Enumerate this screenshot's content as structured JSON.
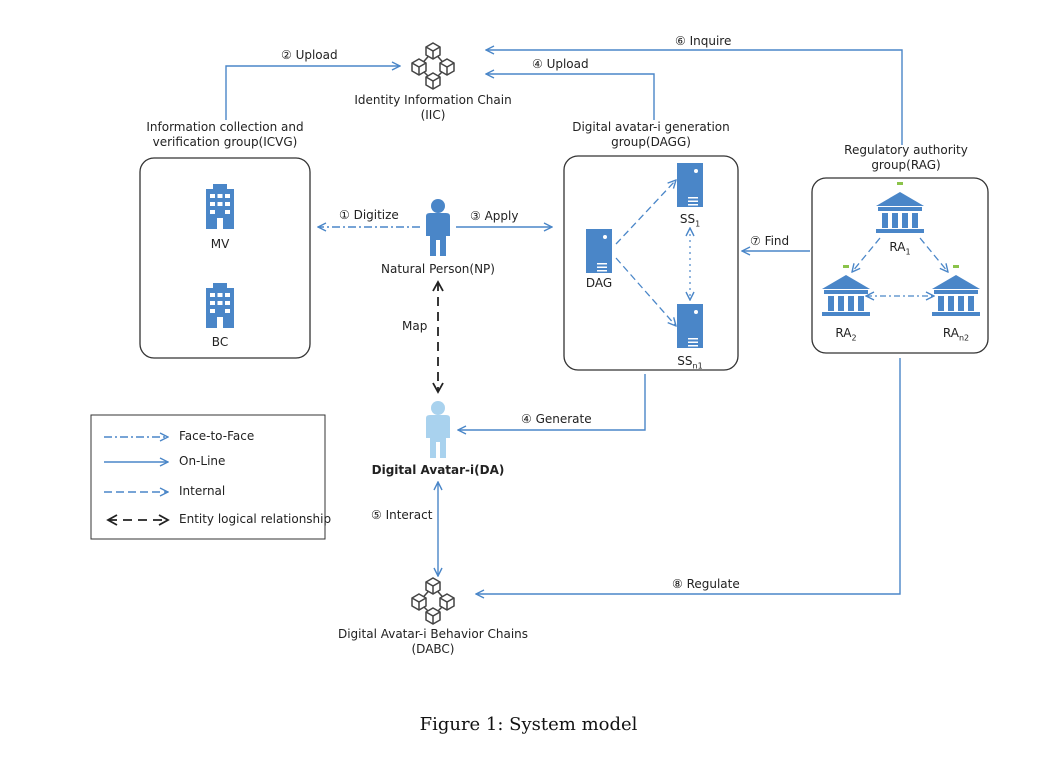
{
  "nodes": {
    "iic": {
      "line1": "Identity Information Chain",
      "line2": "(IIC)"
    },
    "icvg": {
      "line1": "Information collection and",
      "line2": "verification group(ICVG)",
      "mv": "MV",
      "bc": "BC"
    },
    "dagg": {
      "line1": "Digital avatar-i generation",
      "line2": "group(DAGG)",
      "dag": "DAG",
      "ss1": "SS",
      "ss1_sub": "1",
      "ssn1": "SS",
      "ssn1_sub": "n1"
    },
    "rag": {
      "line1": "Regulatory authority",
      "line2": "group(RAG)",
      "ra1": "RA",
      "ra1_sub": "1",
      "ra2": "RA",
      "ra2_sub": "2",
      "ran2": "RA",
      "ran2_sub": "n2"
    },
    "np": {
      "label": "Natural Person(NP)"
    },
    "da": {
      "label": "Digital Avatar-i(DA)"
    },
    "dabc": {
      "line1": "Digital Avatar-i Behavior Chains",
      "line2": "(DABC)"
    }
  },
  "edges": {
    "upload2": "② Upload",
    "upload4": "④ Upload",
    "inquire6": "⑥ Inquire",
    "digitize1": "① Digitize",
    "apply3": "③ Apply",
    "find7": "⑦ Find",
    "map": "Map",
    "generate4": "④ Generate",
    "interact5": "⑤ Interact",
    "regulate8": "⑧ Regulate"
  },
  "legend": {
    "items": [
      {
        "style": "dash-dot",
        "label": "Face-to-Face"
      },
      {
        "style": "solid",
        "label": "On-Line"
      },
      {
        "style": "dashed",
        "label": "Internal"
      },
      {
        "style": "double-dashed",
        "label": "Entity logical relationship"
      }
    ]
  },
  "caption": "Figure 1: System model",
  "colors": {
    "blue": "#4a86c8",
    "black": "#222222",
    "icon": "#4a86c8",
    "light_blue": "#a9d2ee"
  }
}
